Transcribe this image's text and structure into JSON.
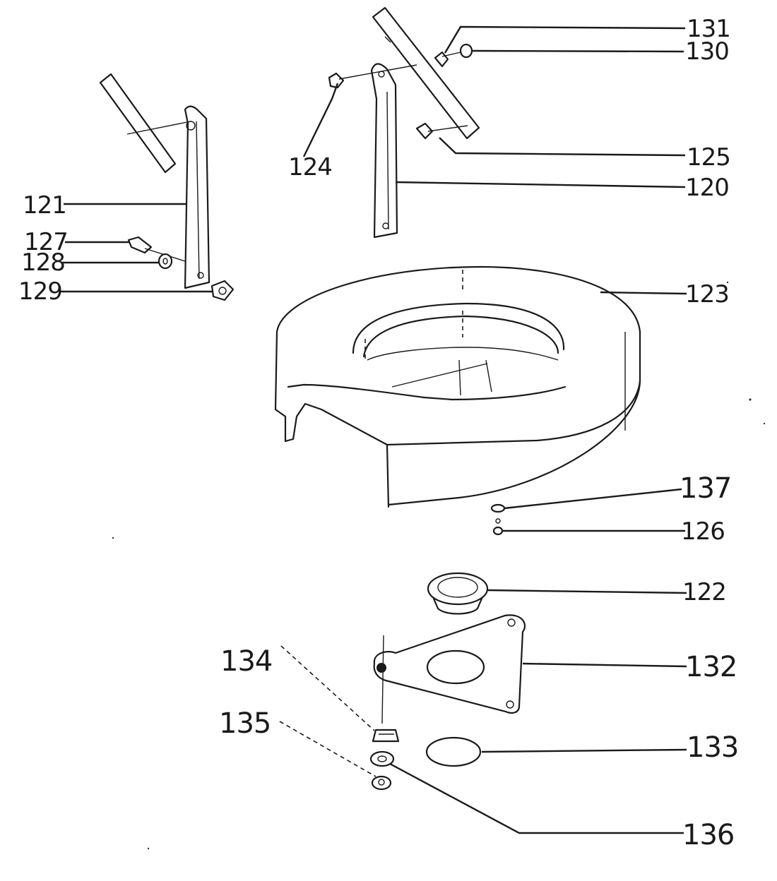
{
  "labels": {
    "p120": "120",
    "p121": "121",
    "p122": "122",
    "p123": "123",
    "p124": "124",
    "p125": "125",
    "p126": "126",
    "p127": "127",
    "p128": "128",
    "p129": "129",
    "p130": "130",
    "p131": "131",
    "p132": "132",
    "p133": "133",
    "p134": "134",
    "p135": "135",
    "p136": "136",
    "p137": "137"
  }
}
